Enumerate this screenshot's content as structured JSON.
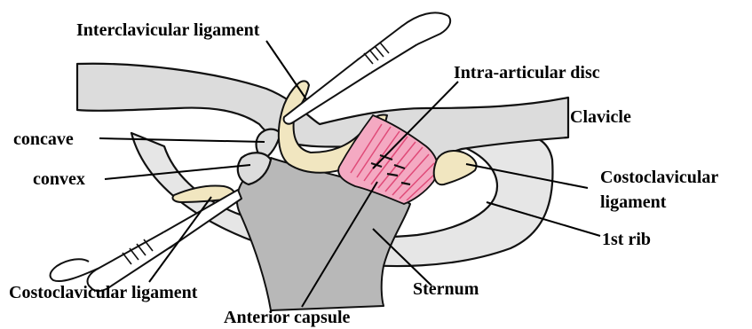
{
  "labels": {
    "interclavicular_ligament": "Interclavicular ligament",
    "intra_articular_disc": "Intra-articular disc",
    "clavicle": "Clavicle",
    "concave": "concave",
    "convex": "convex",
    "costoclavicular_ligament_right_line1": "Costoclavicular",
    "costoclavicular_ligament_right_line2": "ligament",
    "first_rib": "1st rib",
    "costoclavicular_ligament_left": "Costoclavicular ligament",
    "sternum": "Sternum",
    "anterior_capsule": "Anterior capsule"
  },
  "colors": {
    "bone": "#dcdcdc",
    "sternum": "#b8b8b8",
    "ligament": "#f1e6c0",
    "disc": "#f4a9c2",
    "disc_stripes": "#e04a78"
  }
}
